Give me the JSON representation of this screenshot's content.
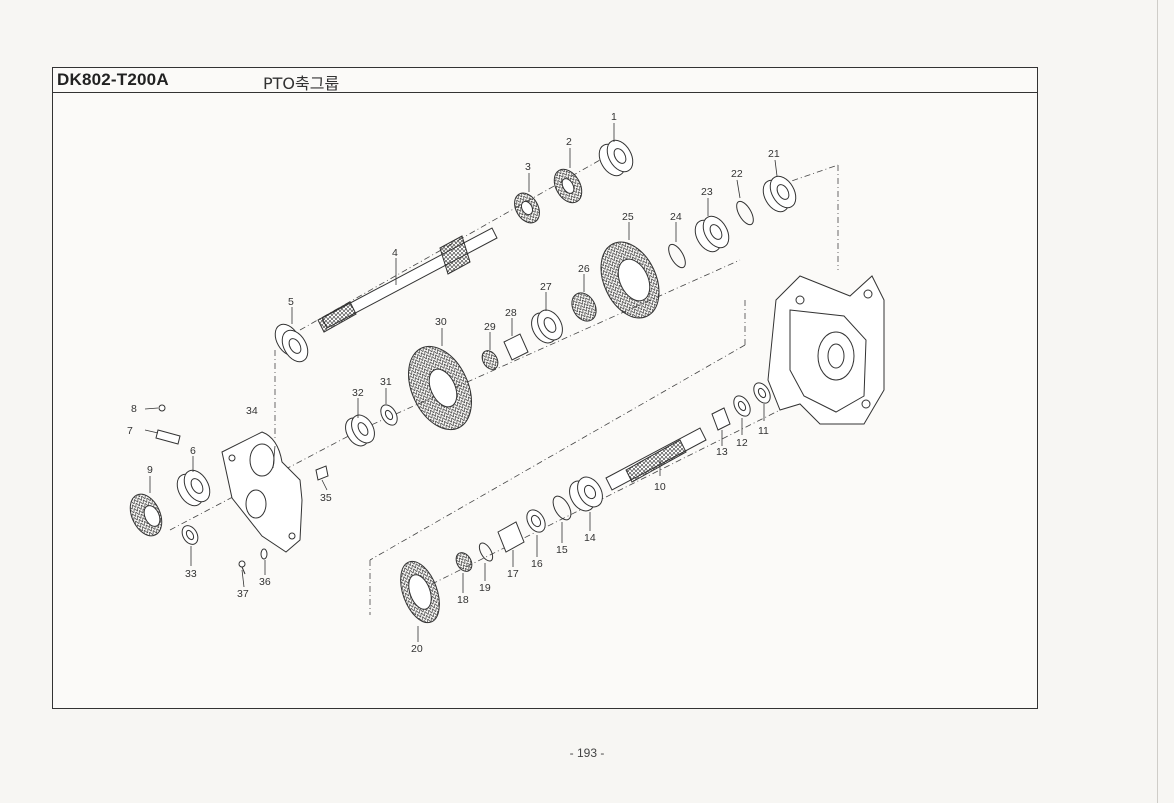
{
  "header": {
    "model_code": "DK802-T200A",
    "group_title": "PTO축그룹"
  },
  "callouts": [
    "1",
    "2",
    "3",
    "4",
    "5",
    "6",
    "7",
    "8",
    "9",
    "10",
    "11",
    "12",
    "13",
    "14",
    "15",
    "16",
    "17",
    "18",
    "19",
    "20",
    "21",
    "22",
    "23",
    "24",
    "25",
    "26",
    "27",
    "28",
    "29",
    "30",
    "31",
    "32",
    "33",
    "34",
    "35",
    "36",
    "37"
  ],
  "footer": {
    "page_number": "- 193 -"
  },
  "colors": {
    "line": "#333333",
    "paper": "#fbfaf8",
    "background": "#f7f6f3"
  }
}
